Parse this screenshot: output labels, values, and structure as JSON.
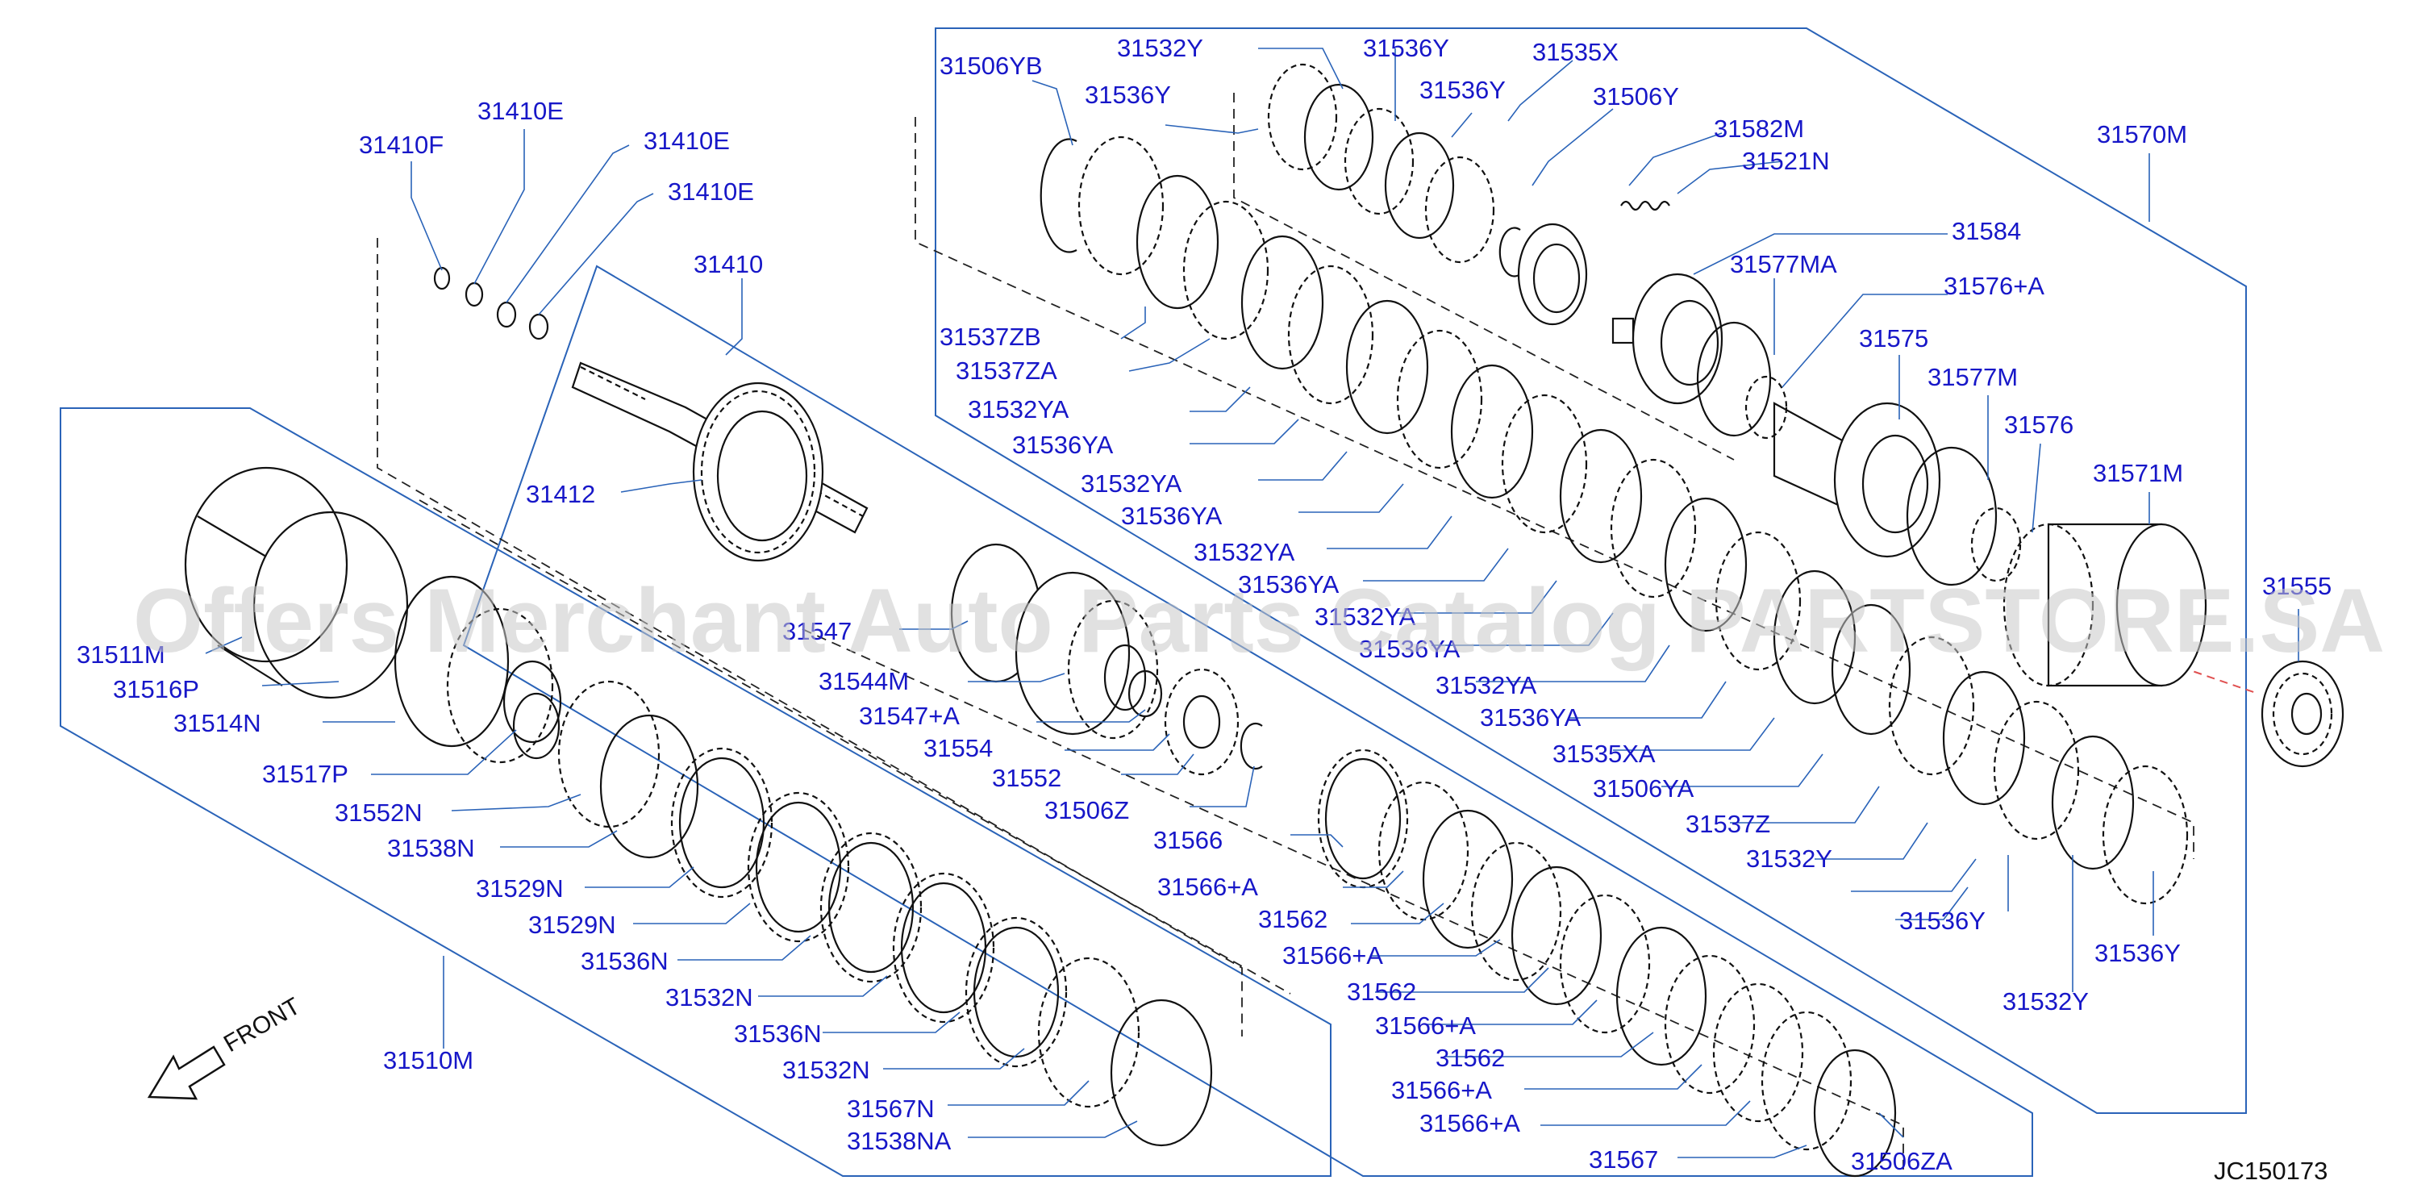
{
  "diagram": {
    "watermark": "Offers Merchant Auto Parts Catalog PARTSTORE.SA",
    "front_label": "FRONT",
    "figure_code": "JC150173",
    "labels": {
      "l31410F": "31410F",
      "l31410E_a": "31410E",
      "l31410E_b": "31410E",
      "l31410E_c": "31410E",
      "l31410": "31410",
      "l31412": "31412",
      "l31511M": "31511M",
      "l31516P": "31516P",
      "l31514N": "31514N",
      "l31517P": "31517P",
      "l31552N": "31552N",
      "l31538N": "31538N",
      "l31529N_a": "31529N",
      "l31529N_b": "31529N",
      "l31536N_a": "31536N",
      "l31532N_a": "31532N",
      "l31536N_b": "31536N",
      "l31532N_b": "31532N",
      "l31567N": "31567N",
      "l31538NA": "31538NA",
      "l31510M": "31510M",
      "l31547": "31547",
      "l31544M": "31544M",
      "l31547A": "31547+A",
      "l31554": "31554",
      "l31552": "31552",
      "l31506Z": "31506Z",
      "l31566": "31566",
      "l31566A_a": "31566+A",
      "l31562_a": "31562",
      "l31566A_b": "31566+A",
      "l31562_b": "31562",
      "l31566A_c": "31566+A",
      "l31562_c": "31562",
      "l31566A_d": "31566+A",
      "l31566A_e": "31566+A",
      "l31567": "31567",
      "l31506ZA": "31506ZA",
      "l31506YB": "31506YB",
      "l31532Y_top": "31532Y",
      "l31536Y_top1": "31536Y",
      "l31536Y_top2": "31536Y",
      "l31536Y_top3": "31536Y",
      "l31535X": "31535X",
      "l31506Y": "31506Y",
      "l31582M": "31582M",
      "l31521N": "31521N",
      "l31570M": "31570M",
      "l31584": "31584",
      "l31577MA": "31577MA",
      "l31576A": "31576+A",
      "l31575": "31575",
      "l31577M": "31577M",
      "l31576": "31576",
      "l31571M": "31571M",
      "l31555": "31555",
      "l31537ZB": "31537ZB",
      "l31537ZA": "31537ZA",
      "l31532YA_1": "31532YA",
      "l31536YA_1": "31536YA",
      "l31532YA_2": "31532YA",
      "l31536YA_2": "31536YA",
      "l31532YA_3": "31532YA",
      "l31536YA_3": "31536YA",
      "l31532YA_4": "31532YA",
      "l31536YA_4": "31536YA",
      "l31532YA_5": "31532YA",
      "l31536YA_5": "31536YA",
      "l31535XA": "31535XA",
      "l31506YA": "31506YA",
      "l31537Z": "31537Z",
      "l31532Y_mid": "31532Y",
      "l31536Y_low1": "31536Y",
      "l31536Y_low2": "31536Y",
      "l31532Y_low": "31532Y"
    }
  }
}
